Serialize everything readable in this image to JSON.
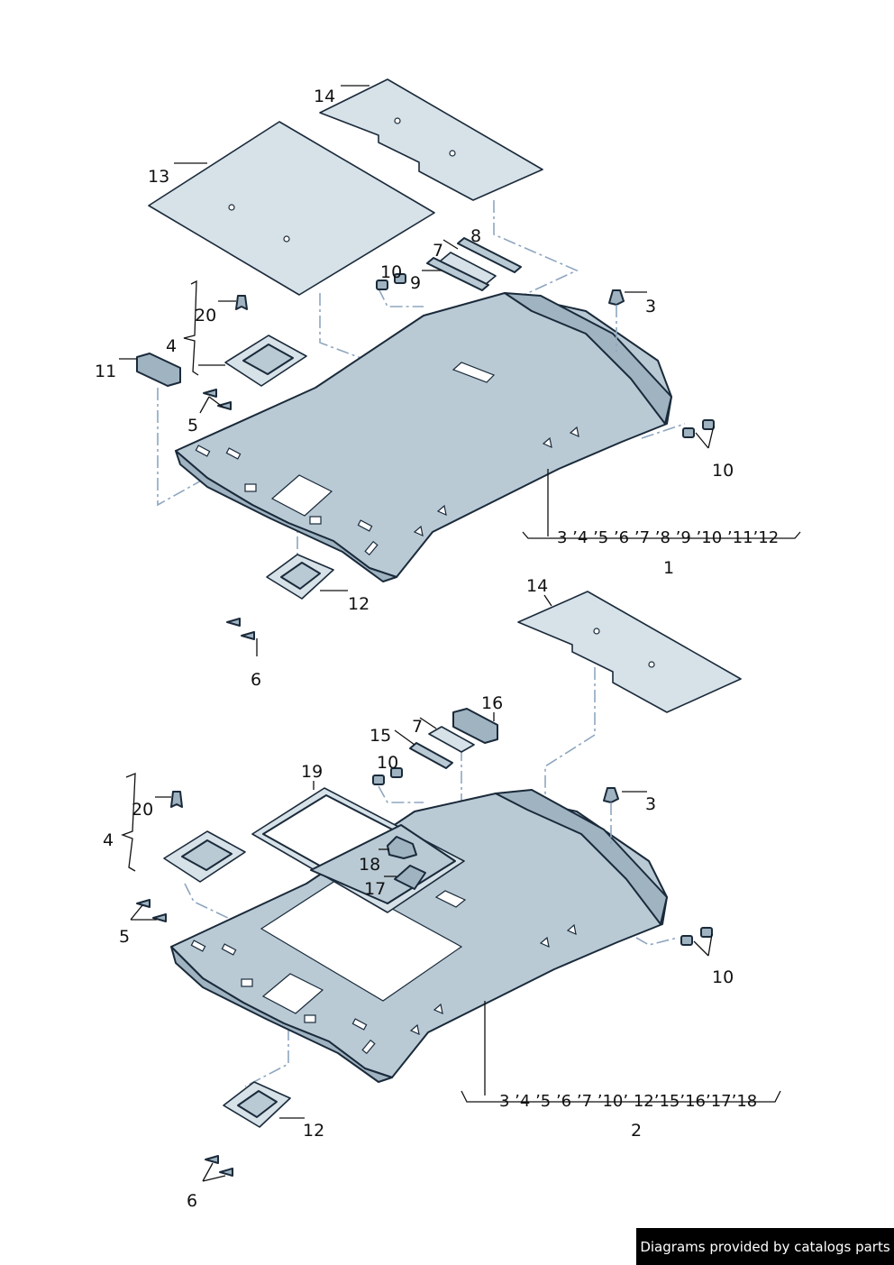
{
  "upper_assembly": {
    "assembly_number": "1",
    "component_sequence": "3 ’4 ’5 ’6 ’7 ’8 ’9 ’10 ’11’12",
    "callouts": [
      "14",
      "13",
      "8",
      "7",
      "10",
      "9",
      "3",
      "20",
      "4",
      "11",
      "5",
      "10",
      "12",
      "6"
    ]
  },
  "lower_assembly": {
    "assembly_number": "2",
    "component_sequence": "3  ’4 ’5 ’6 ’7 ’10’ 12’15’16’17’18",
    "callouts": [
      "14",
      "16",
      "7",
      "15",
      "10",
      "19",
      "3",
      "20",
      "4",
      "18",
      "17",
      "5",
      "10",
      "12",
      "6"
    ]
  },
  "credit": "Diagrams provided by catalogs parts"
}
